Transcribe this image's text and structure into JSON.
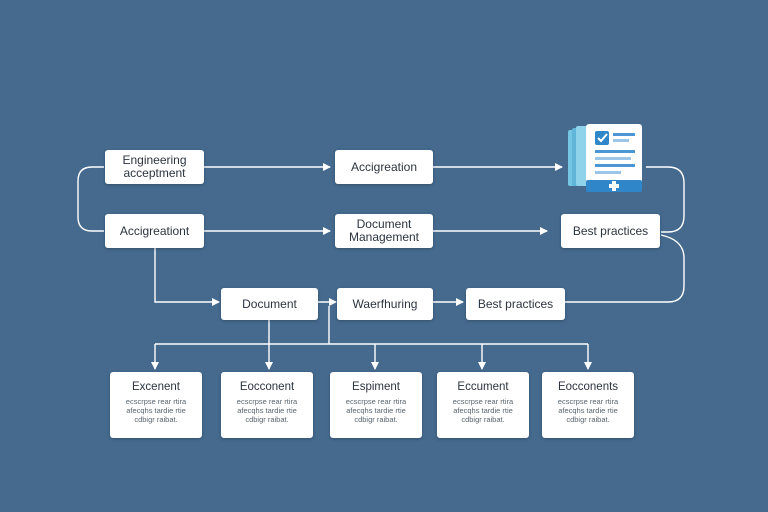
{
  "nodes": {
    "engineering_acceptment": {
      "line1": "Engineering",
      "line2": "acceptment"
    },
    "accigreation_top": {
      "label": "Accigreation"
    },
    "accigreationt_left": {
      "label": "Accigreationt"
    },
    "document_management": {
      "line1": "Document",
      "line2": "Management"
    },
    "best_practices_right": {
      "label": "Best practices"
    },
    "document": {
      "label": "Document"
    },
    "waerfhuring": {
      "label": "Waerfhuring"
    },
    "best_practices_middle": {
      "label": "Best practices"
    }
  },
  "cards": [
    {
      "title": "Excenent",
      "body": "ecscrpse rear rtira afecqhs tardie rtie cdbigr raibat."
    },
    {
      "title": "Eocconent",
      "body": "ecscrpse rear rtira afecqhs tardie rtie cdbigr raibat."
    },
    {
      "title": "Espiment",
      "body": "ecscrpse rear rtira afecqhs tardie rtie cdbigr raibat."
    },
    {
      "title": "Eccument",
      "body": "ecscrpse rear rtira afecqhs tardie rtie cdbigr raibat."
    },
    {
      "title": "Eocconents",
      "body": "ecscrpse rear rtira afecqhs tardie rtie cdbigr raibat."
    }
  ],
  "icons": {
    "document": "document-checklist-icon"
  },
  "colors": {
    "background": "#456a8e",
    "node_fill": "#ffffff",
    "connector": "#ffffff",
    "icon_accent": "#2f86c9",
    "icon_secondary": "#74c6e3"
  }
}
